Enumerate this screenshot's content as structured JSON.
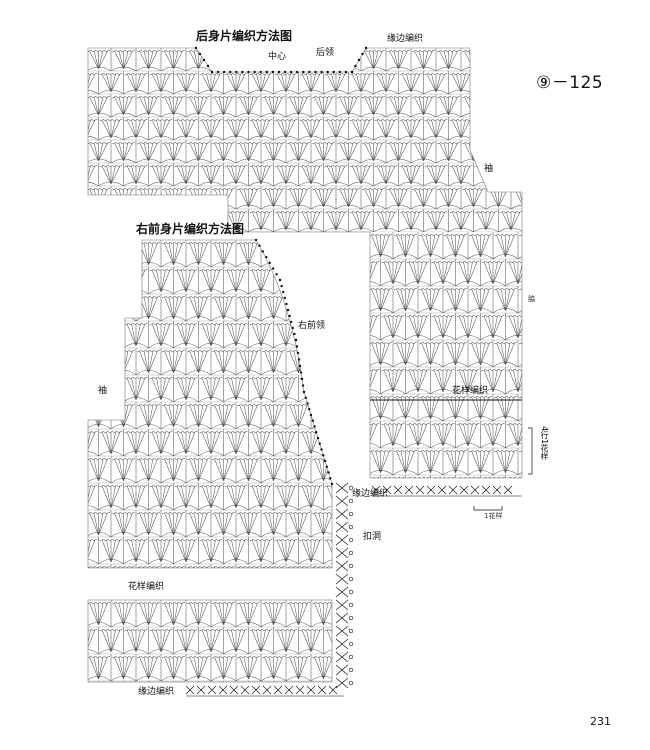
{
  "figure": {
    "code": "⑨－125",
    "page_number": "231"
  },
  "back_piece": {
    "title": "后身片编织方法图",
    "center_label": "中心",
    "neck_label": "后领",
    "edging_label": "缘边编织",
    "sleeve_label": "袖"
  },
  "right_front_piece": {
    "title": "右前身片编织方法图",
    "neck_label": "右前领",
    "sleeve_label": "袖",
    "pattern_label": "花样编织",
    "edging_label_side": "缘边编织",
    "edging_label_bottom": "缘边编织",
    "buttonhole_label": "扣洞"
  },
  "side_panel": {
    "pattern_label": "花样编织",
    "small_label": "脇",
    "repeat_rows_label": "4行1花样",
    "repeat_stitch_label": "1花样"
  },
  "colors": {
    "ink": "#111111",
    "stitch": "#555555",
    "background": "#ffffff"
  }
}
